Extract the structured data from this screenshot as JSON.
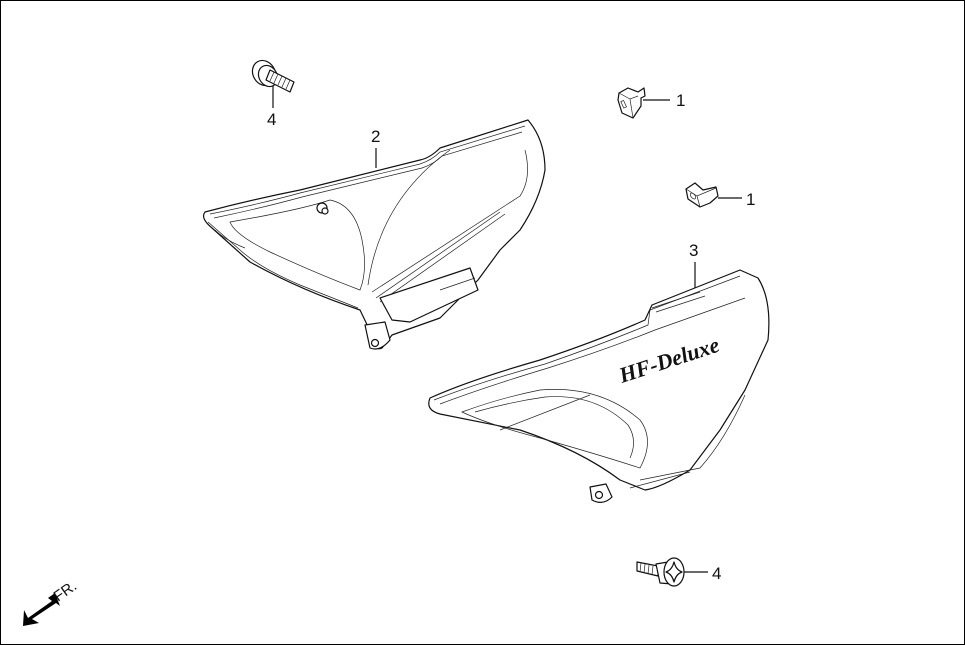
{
  "diagram": {
    "type": "exploded-parts-diagram",
    "subject": "Side cover assembly",
    "callouts": [
      {
        "id": "c1a",
        "number": "1",
        "part": "clip"
      },
      {
        "id": "c1b",
        "number": "1",
        "part": "clip"
      },
      {
        "id": "c2",
        "number": "2",
        "part": "left side cover"
      },
      {
        "id": "c3",
        "number": "3",
        "part": "right side cover"
      },
      {
        "id": "c4a",
        "number": "4",
        "part": "bolt"
      },
      {
        "id": "c4b",
        "number": "4",
        "part": "screw"
      }
    ],
    "decal_text": "HF-Deluxe",
    "direction_indicator": {
      "label": "FR.",
      "icon": "arrow-front-left"
    }
  },
  "colors": {
    "line": "#111111",
    "background": "#ffffff"
  }
}
